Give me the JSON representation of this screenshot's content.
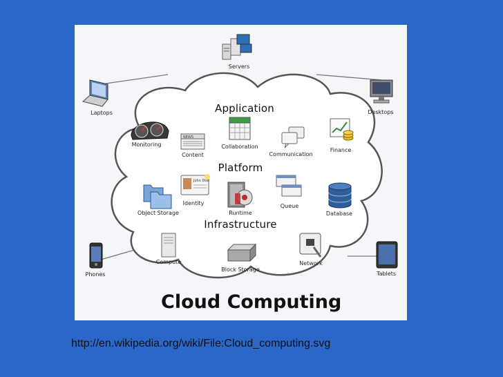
{
  "title": "Cloud Computing",
  "source_url": "http://en.wikipedia.org/wiki/File:Cloud_computing.svg",
  "layers": {
    "application": "Application",
    "platform": "Platform",
    "infrastructure": "Infrastructure"
  },
  "services": {
    "monitoring": "Monitoring",
    "content": "Content",
    "collaboration": "Collaboration",
    "communication": "Communication",
    "finance": "Finance",
    "identity": "Identity",
    "object_storage": "Object Storage",
    "runtime": "Runtime",
    "queue": "Queue",
    "database": "Database",
    "compute": "Compute",
    "block_storage": "Block Storage",
    "network": "Network"
  },
  "devices": {
    "servers": "Servers",
    "laptops": "Laptops",
    "desktops": "Desktops",
    "phones": "Phones",
    "tablets": "Tablets"
  },
  "icon_labels": {
    "news": "NEWS",
    "id_name": "John Doe"
  },
  "colors": {
    "background": "#2b66c9",
    "figure_bg": "#f4f6f9",
    "cloud_fill": "#ffffff",
    "cloud_stroke": "#555555"
  }
}
